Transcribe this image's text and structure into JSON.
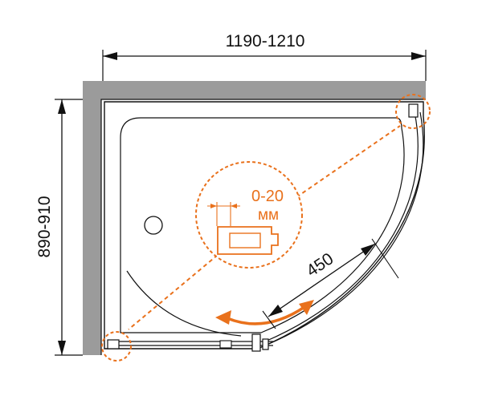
{
  "dimensions": {
    "width_label": "1190-1210",
    "height_label": "890-910",
    "door_opening_label": "450"
  },
  "detail": {
    "adjustment_label": "0-20",
    "unit_label": "мм"
  },
  "colors": {
    "accent": "#e9711c",
    "wall": "#9b9b9b",
    "line": "#111111",
    "background": "#ffffff"
  },
  "icons": {
    "swing_arrow": "double-headed-curved-arrow"
  }
}
